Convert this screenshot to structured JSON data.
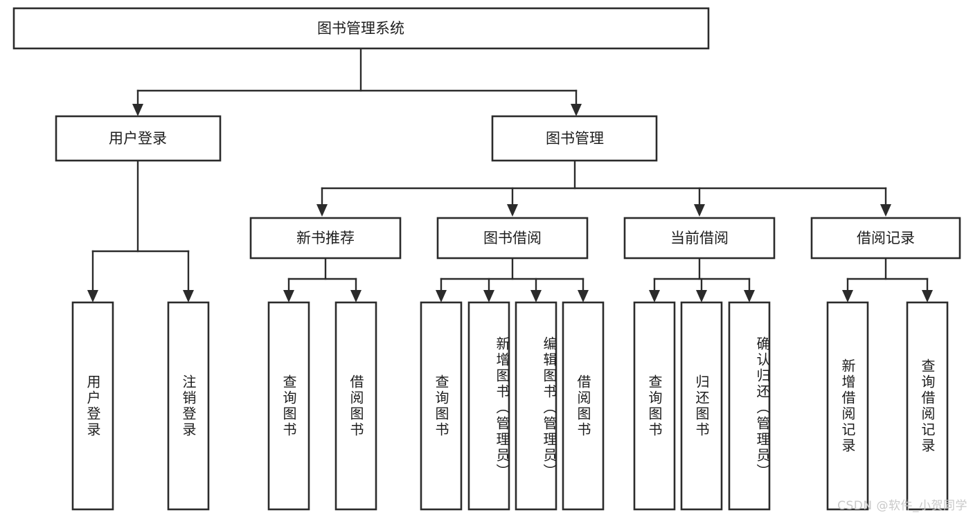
{
  "diagram": {
    "title": "图书管理系统",
    "type": "tree-hierarchy-diagram",
    "colors": {
      "box_stroke": "#2b2b2b",
      "box_fill": "#ffffff",
      "connector": "#2b2b2b",
      "text": "#1d1d1d",
      "background": "#ffffff",
      "watermark": "#c9c9c9"
    },
    "root": {
      "label": "图书管理系统"
    },
    "level2": [
      {
        "label": "用户登录"
      },
      {
        "label": "图书管理"
      }
    ],
    "level3": [
      {
        "label": "新书推荐"
      },
      {
        "label": "图书借阅"
      },
      {
        "label": "当前借阅"
      },
      {
        "label": "借阅记录"
      }
    ],
    "leaves": {
      "user_login": [
        {
          "label": "用户登录"
        },
        {
          "label": "注销登录"
        }
      ],
      "new_book_recommend": [
        {
          "label": "查询图书"
        },
        {
          "label": "借阅图书"
        }
      ],
      "book_borrow": [
        {
          "label": "查询图书"
        },
        {
          "label": "新增图书（管理员）"
        },
        {
          "label": "编辑图书（管理员）"
        },
        {
          "label": "借阅图书"
        }
      ],
      "current_borrow": [
        {
          "label": "查询图书"
        },
        {
          "label": "归还图书"
        },
        {
          "label": "确认归还（管理员）"
        }
      ],
      "borrow_record": [
        {
          "label": "新增借阅记录"
        },
        {
          "label": "查询借阅记录"
        }
      ]
    },
    "watermark": "CSDN @软件_小贺同学"
  }
}
